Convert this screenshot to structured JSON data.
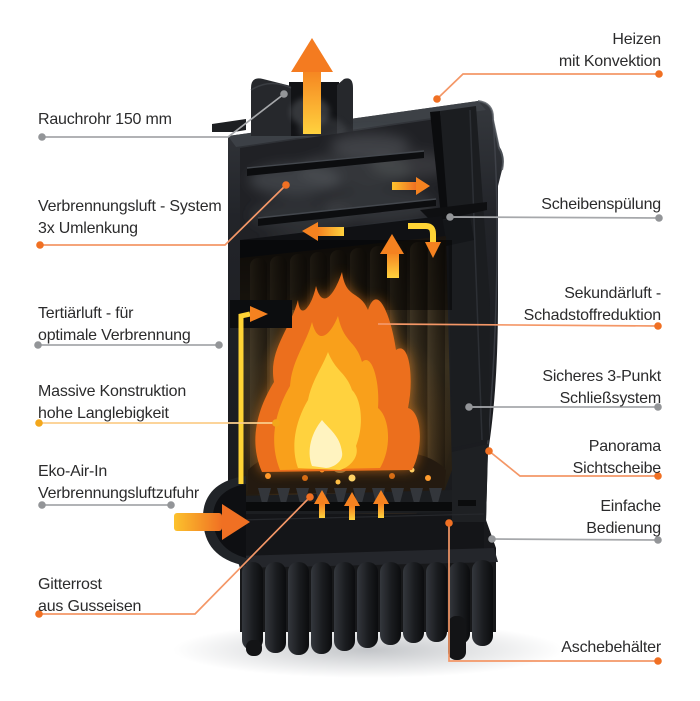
{
  "colors": {
    "background": "#ffffff",
    "text": "#2b2b2c",
    "accent_orange": "#f07023",
    "line_orange": "#f49767",
    "accent_gray": "#939598",
    "line_gray": "#a6a8ab",
    "accent_amber": "#f3a71b",
    "line_amber": "#fbce8b",
    "flame_orange": "#f58220",
    "flame_yellow": "#ffd23e"
  },
  "diagram": {
    "subject": "Kaminofen Querschnitt (wood stove cross-section)",
    "callouts_left": [
      {
        "id": "rauchrohr",
        "text": "Rauchrohr 150 mm",
        "connector": "gray"
      },
      {
        "id": "verbrennungsluft",
        "text": "Verbrennungsluft - System\n3x Umlenkung",
        "connector": "orange"
      },
      {
        "id": "tertiaerluft",
        "text": "Tertiärluft - für\noptimale Verbrennung",
        "connector": "gray"
      },
      {
        "id": "massive-konstruktion",
        "text": "Massive Konstruktion\nhohe Langlebigkeit",
        "connector": "amber"
      },
      {
        "id": "eko-air-in",
        "text": "Eko-Air-In\nVerbrennungsluftzufuhr",
        "connector": "gray"
      },
      {
        "id": "gitterrost",
        "text": "Gitterrost\naus Gusseisen",
        "connector": "orange"
      }
    ],
    "callouts_right": [
      {
        "id": "heizen",
        "text": "Heizen\nmit Konvektion",
        "connector": "orange"
      },
      {
        "id": "scheibenspuelung",
        "text": "Scheibenspülung",
        "connector": "gray"
      },
      {
        "id": "sekundaerluft",
        "text": "Sekundärluft -\nSchadstoffreduktion",
        "connector": "orange"
      },
      {
        "id": "schliesssystem",
        "text": "Sicheres 3-Punkt\nSchließsystem",
        "connector": "gray"
      },
      {
        "id": "panorama",
        "text": "Panorama\nSichtscheibe",
        "connector": "orange"
      },
      {
        "id": "bedienung",
        "text": "Einfache\nBedienung",
        "connector": "gray"
      },
      {
        "id": "aschebehaelter",
        "text": "Aschebehälter",
        "connector": "orange"
      }
    ]
  }
}
